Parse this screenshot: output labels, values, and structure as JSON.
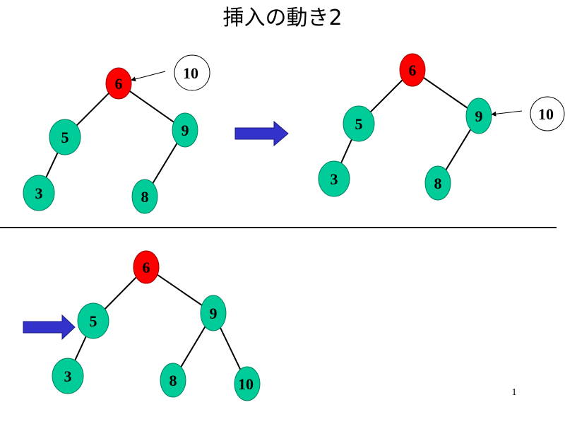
{
  "slide": {
    "title": "挿入の動き2",
    "page_number": "1"
  },
  "colors": {
    "root_node": "#ff0000",
    "tree_node": "#00cc99",
    "new_node": "#ffffff",
    "arrow": "#3333cc",
    "edge": "#000000"
  },
  "panels": [
    {
      "id": "before",
      "nodes": [
        {
          "id": "n6",
          "label": "6",
          "role": "root"
        },
        {
          "id": "n5",
          "label": "5",
          "role": "tree"
        },
        {
          "id": "n9",
          "label": "9",
          "role": "tree"
        },
        {
          "id": "n3",
          "label": "3",
          "role": "tree"
        },
        {
          "id": "n8",
          "label": "8",
          "role": "tree"
        },
        {
          "id": "n10",
          "label": "10",
          "role": "new"
        }
      ],
      "edges": [
        [
          "n6",
          "n5"
        ],
        [
          "n6",
          "n9"
        ],
        [
          "n5",
          "n3"
        ],
        [
          "n9",
          "n8"
        ]
      ],
      "pointer": {
        "from": "n10",
        "to": "n6"
      }
    },
    {
      "id": "compare-9",
      "nodes": [
        {
          "id": "n6",
          "label": "6",
          "role": "root"
        },
        {
          "id": "n5",
          "label": "5",
          "role": "tree"
        },
        {
          "id": "n9",
          "label": "9",
          "role": "tree"
        },
        {
          "id": "n3",
          "label": "3",
          "role": "tree"
        },
        {
          "id": "n8",
          "label": "8",
          "role": "tree"
        },
        {
          "id": "n10",
          "label": "10",
          "role": "new"
        }
      ],
      "edges": [
        [
          "n6",
          "n5"
        ],
        [
          "n6",
          "n9"
        ],
        [
          "n5",
          "n3"
        ],
        [
          "n9",
          "n8"
        ]
      ],
      "pointer": {
        "from": "n10",
        "to": "n9"
      }
    },
    {
      "id": "after",
      "nodes": [
        {
          "id": "n6",
          "label": "6",
          "role": "root"
        },
        {
          "id": "n5",
          "label": "5",
          "role": "tree"
        },
        {
          "id": "n9",
          "label": "9",
          "role": "tree"
        },
        {
          "id": "n3",
          "label": "3",
          "role": "tree"
        },
        {
          "id": "n8",
          "label": "8",
          "role": "tree"
        },
        {
          "id": "n10",
          "label": "10",
          "role": "tree"
        }
      ],
      "edges": [
        [
          "n6",
          "n5"
        ],
        [
          "n6",
          "n9"
        ],
        [
          "n5",
          "n3"
        ],
        [
          "n9",
          "n8"
        ],
        [
          "n9",
          "n10"
        ]
      ],
      "pointer": null
    }
  ],
  "block_arrows": [
    {
      "id": "step-arrow",
      "meaning": "next-step"
    },
    {
      "id": "focus-arrow",
      "meaning": "points-to-node-5"
    }
  ]
}
